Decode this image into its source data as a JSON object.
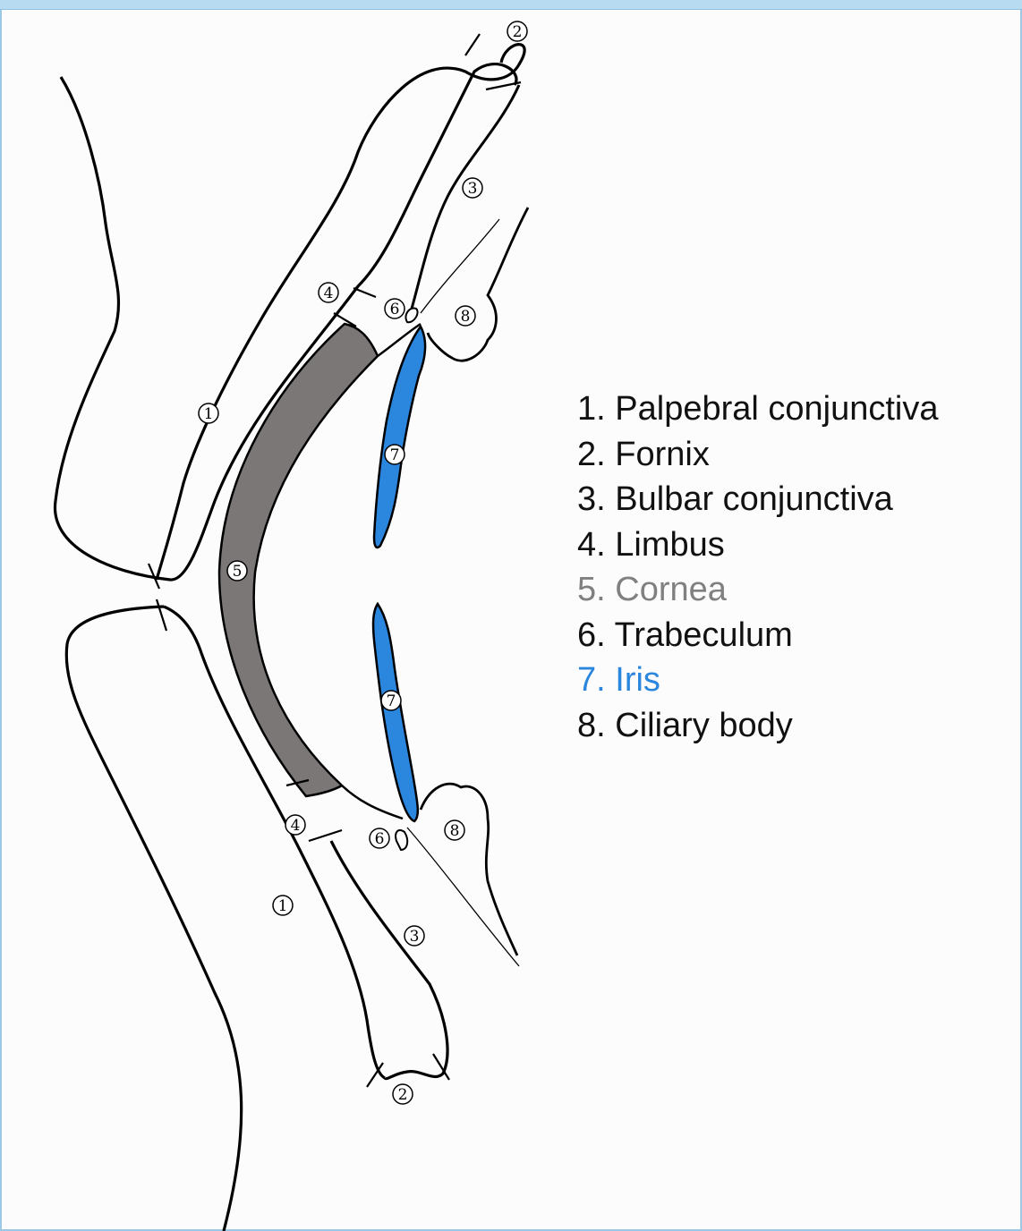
{
  "legend": {
    "items": [
      {
        "number": "1.",
        "label": "Palpebral conjunctiva",
        "color": "#111111"
      },
      {
        "number": "2.",
        "label": "Fornix",
        "color": "#111111"
      },
      {
        "number": "3.",
        "label": "Bulbar conjunctiva",
        "color": "#111111"
      },
      {
        "number": "4.",
        "label": "Limbus",
        "color": "#111111"
      },
      {
        "number": "5.",
        "label": "Cornea",
        "color": "#808080"
      },
      {
        "number": "6.",
        "label": "Trabeculum",
        "color": "#111111"
      },
      {
        "number": "7.",
        "label": "Iris",
        "color": "#2b86de"
      },
      {
        "number": "8.",
        "label": "Ciliary body",
        "color": "#111111"
      }
    ]
  },
  "markers": {
    "m1_upper": "1",
    "m1_lower": "1",
    "m2_upper": "2",
    "m2_lower": "2",
    "m3_upper": "3",
    "m3_lower": "3",
    "m4_upper": "4",
    "m4_lower": "4",
    "m5": "5",
    "m6_upper": "6",
    "m6_lower": "6",
    "m7_upper": "7",
    "m7_lower": "7",
    "m8_upper": "8",
    "m8_lower": "8"
  },
  "colors": {
    "cornea": "#7a7776",
    "iris": "#2b86de",
    "outline": "#000000"
  }
}
